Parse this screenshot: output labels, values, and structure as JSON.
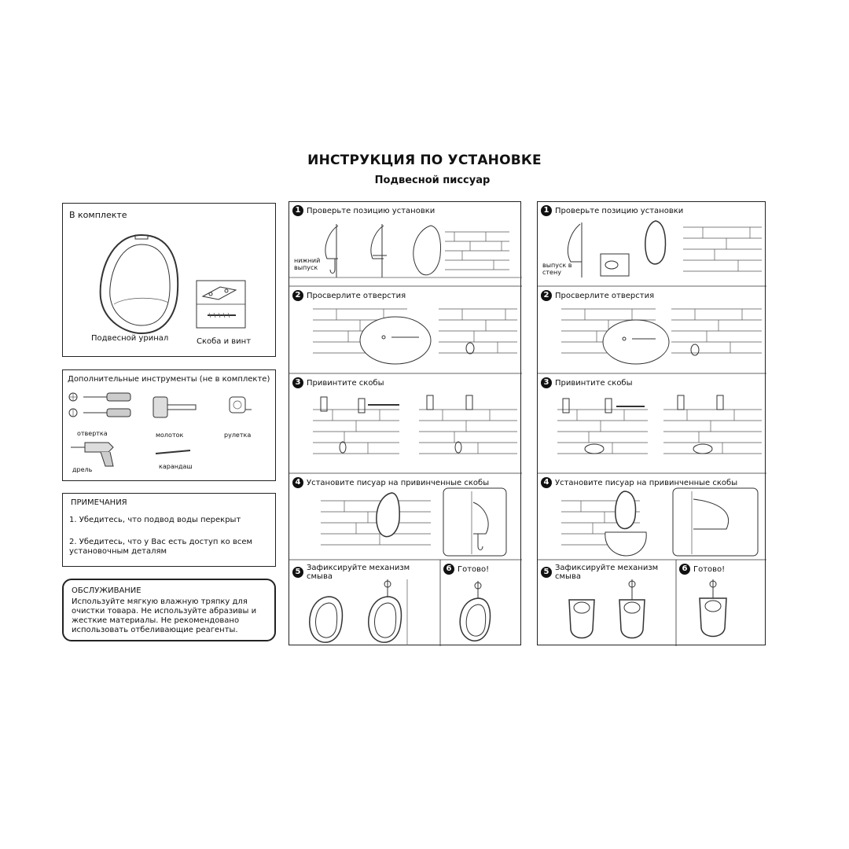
{
  "header": {
    "title": "ИНСТРУКЦИЯ ПО УСТАНОВКЕ",
    "subtitle": "Подвесной писсуар"
  },
  "kit": {
    "heading": "В комплекте",
    "urinal_label": "Подвесной уринал",
    "bracket_label": "Скоба и винт"
  },
  "tools": {
    "heading": "Дополнительные инструменты (не в комплекте)",
    "items": [
      "отвертка",
      "молоток",
      "рулетка",
      "дрель",
      "карандаш"
    ]
  },
  "notes": {
    "heading": "ПРИМЕЧАНИЯ",
    "items": [
      "1. Убедитесь, что подвод воды перекрыт",
      "2. Убедитесь, что у Вас есть доступ ко всем установочным деталям"
    ]
  },
  "service": {
    "heading": "ОБСЛУЖИВАНИЕ",
    "text": "Используйте мягкую влажную тряпку для очистки товара. Не используйте абразивы и жесткие материалы. Не рекомендовано использовать отбеливающие реагенты."
  },
  "left_steps": {
    "s1": "Проверьте позицию установки",
    "s1_note": "нижний выпуск",
    "s2": "Просверлите отверстия",
    "s3": "Привинтите скобы",
    "s4": "Установите писуар на привинченные скобы",
    "s5": "Зафиксируйте механизм смыва",
    "s6": "Готово!"
  },
  "right_steps": {
    "s1": "Проверьте позицию установки",
    "s1_note": "выпуск в стену",
    "s2": "Просверлите отверстия",
    "s3": "Привинтите скобы",
    "s4": "Установите писуар на привинченные скобы",
    "s5": "Зафиксируйте механизм смыва",
    "s6": "Готово!"
  }
}
